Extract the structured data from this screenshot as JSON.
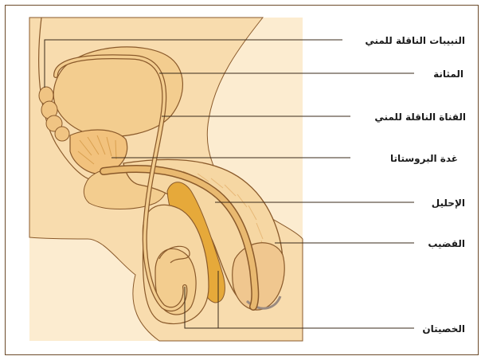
{
  "labels": {
    "seminal_vesicles": "النبيبات الناقلة للمني",
    "bladder": "المثانة",
    "vas_deferens": "القناة الناقلة للمني",
    "prostate": "غدة البروستاتا",
    "urethra": "الإحليل",
    "penis": "القضيب",
    "testes": "الخصيتان"
  },
  "colors": {
    "background_tissue": "#fbe6c2",
    "skin": "#f6d7a3",
    "organ": "#f3cd8f",
    "duct": "#e9b970",
    "gold": "#e6a93a",
    "line": "#8a5a2b",
    "leader": "#3a2a1a",
    "frame": "#6b4a2a"
  }
}
